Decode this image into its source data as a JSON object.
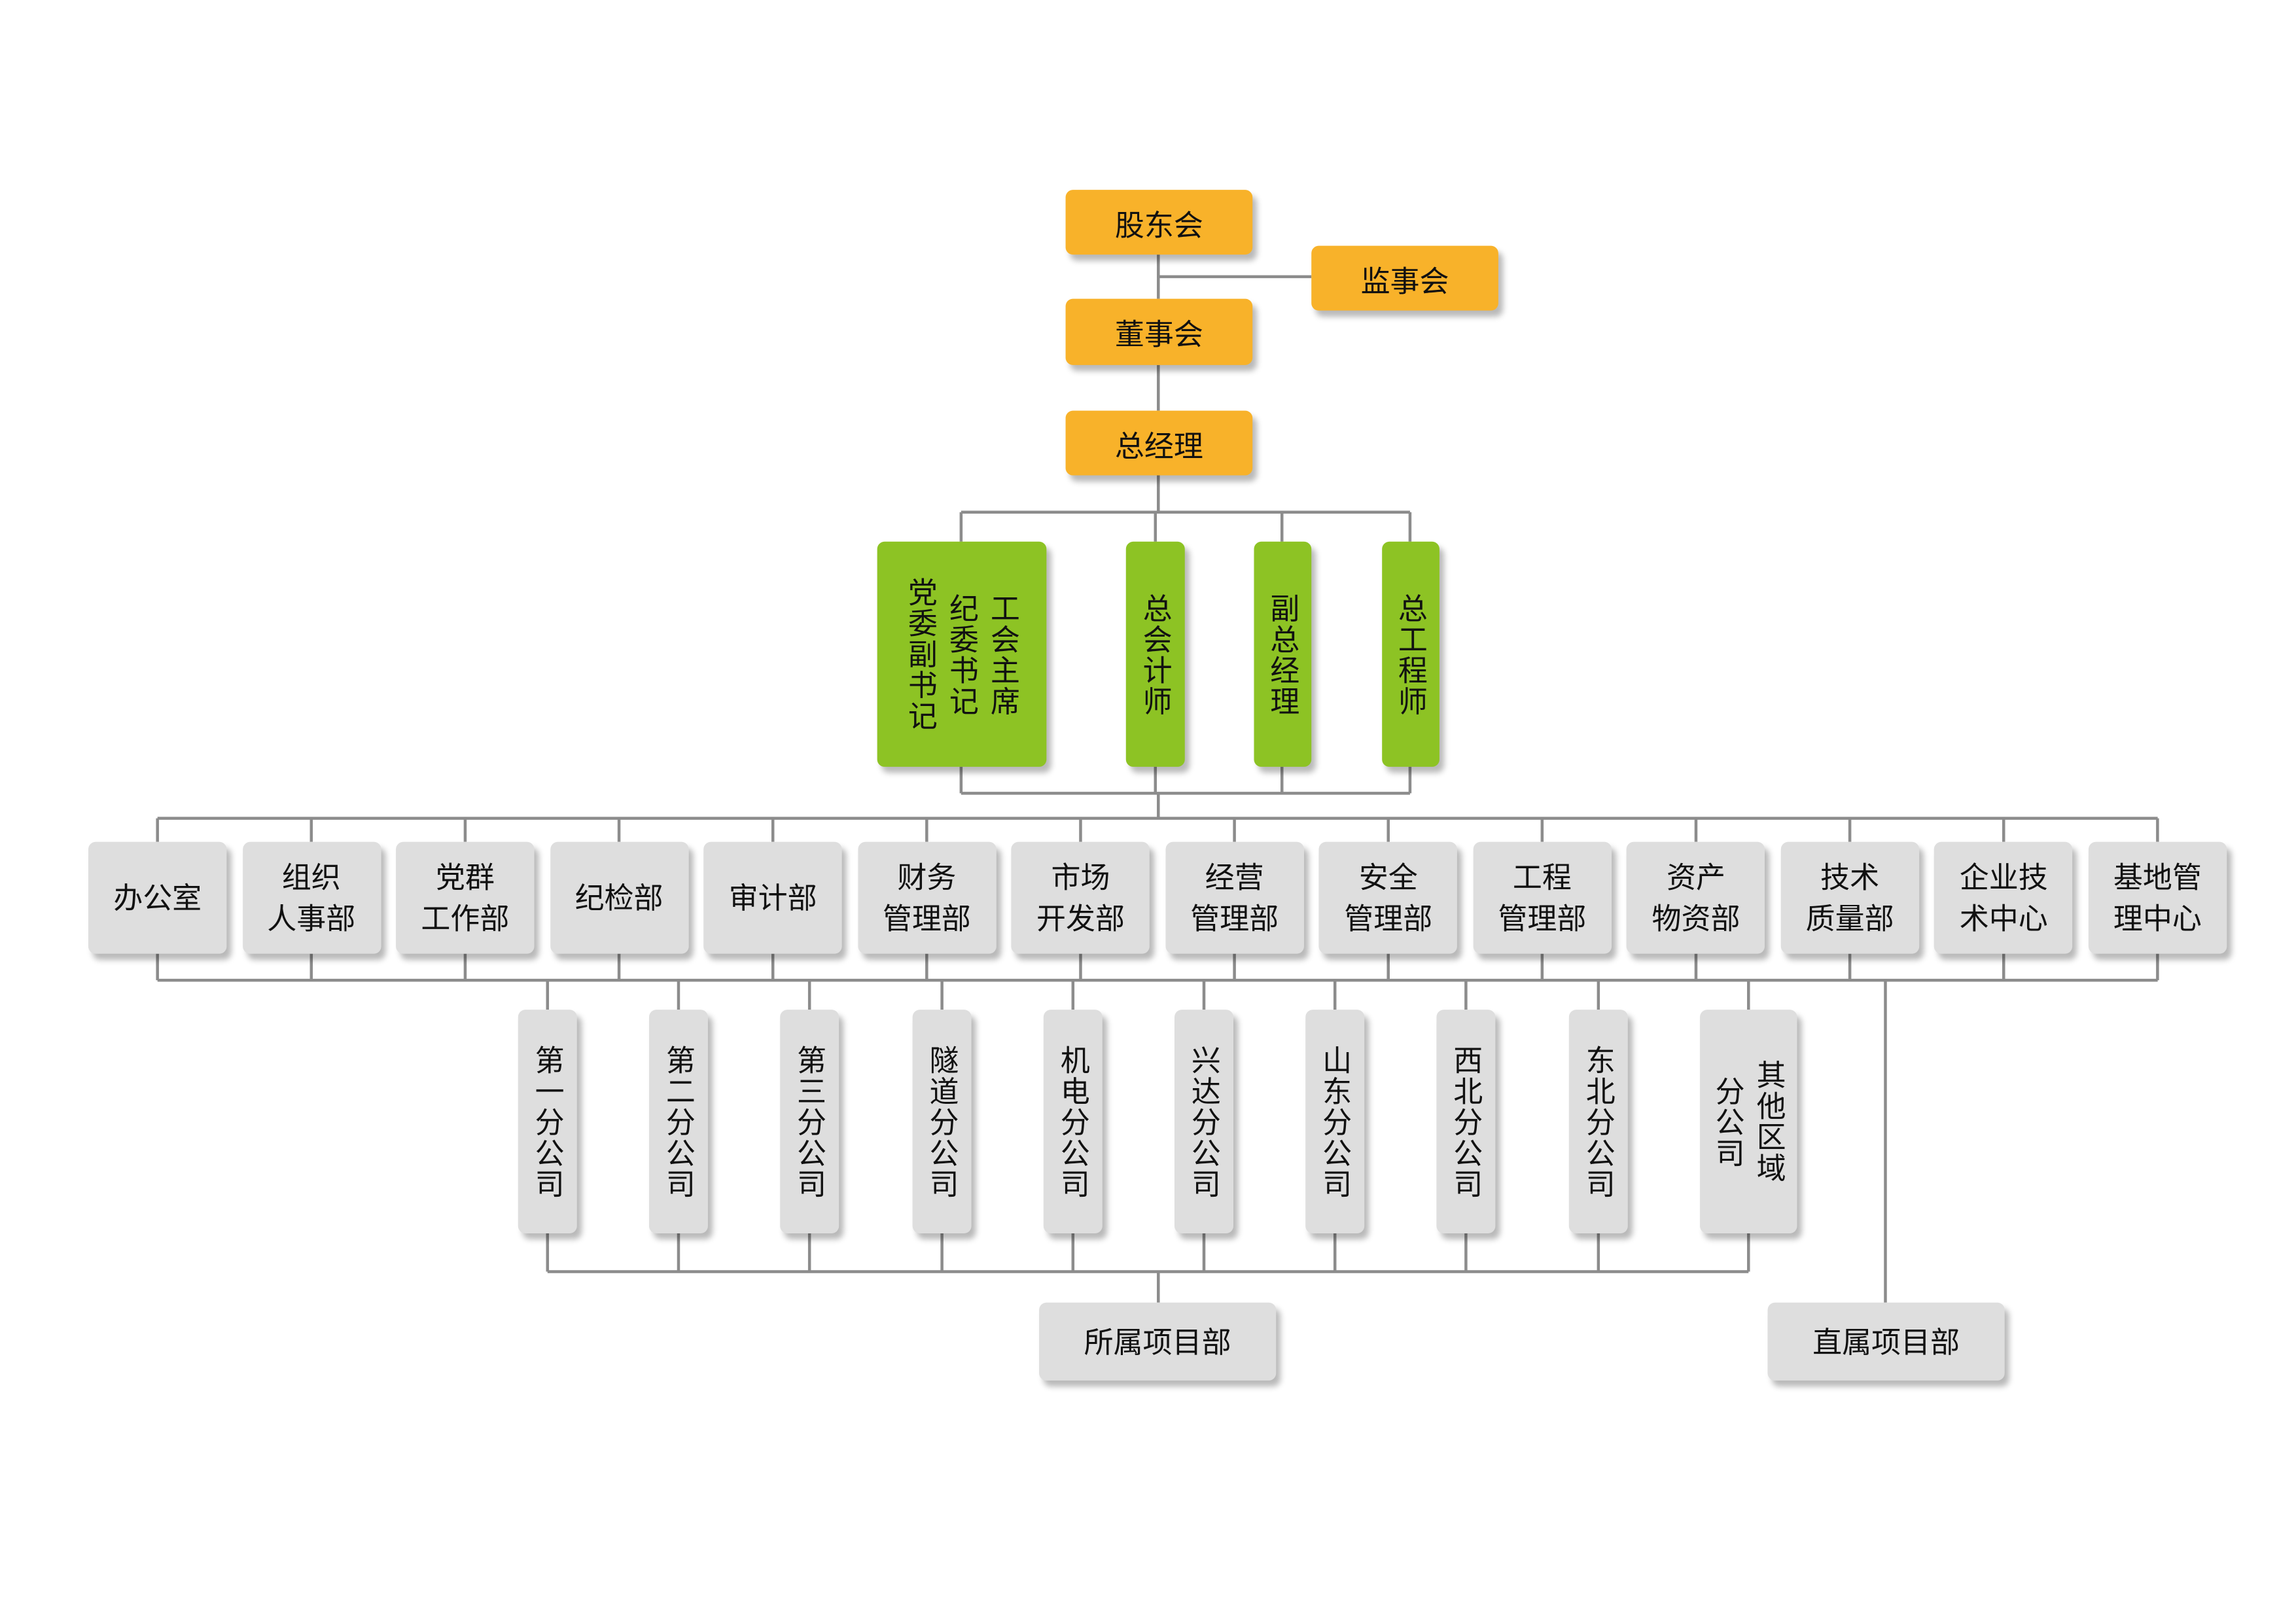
{
  "top": {
    "shareholders": "股东会",
    "supervisors": "监事会",
    "board": "董事会",
    "gm": "总经理"
  },
  "executives": [
    {
      "lines": [
        "工会主席",
        "纪委书记",
        "党委副书记"
      ]
    },
    {
      "lines": [
        "总会计师"
      ]
    },
    {
      "lines": [
        "副总经理"
      ]
    },
    {
      "lines": [
        "总工程师"
      ]
    }
  ],
  "departments": [
    [
      "办公室"
    ],
    [
      "组织",
      "人事部"
    ],
    [
      "党群",
      "工作部"
    ],
    [
      "纪检部"
    ],
    [
      "审计部"
    ],
    [
      "财务",
      "管理部"
    ],
    [
      "市场",
      "开发部"
    ],
    [
      "经营",
      "管理部"
    ],
    [
      "安全",
      "管理部"
    ],
    [
      "工程",
      "管理部"
    ],
    [
      "资产",
      "物资部"
    ],
    [
      "技术",
      "质量部"
    ],
    [
      "企业技",
      "术中心"
    ],
    [
      "基地管",
      "理中心"
    ]
  ],
  "branches": [
    [
      "第一分公司"
    ],
    [
      "第二分公司"
    ],
    [
      "第三分公司"
    ],
    [
      "隧道分公司"
    ],
    [
      "机电分公司"
    ],
    [
      "兴达分公司"
    ],
    [
      "山东分公司"
    ],
    [
      "西北分公司"
    ],
    [
      "东北分公司"
    ],
    [
      "其他区域",
      "分公司"
    ]
  ],
  "projects": {
    "affiliated": "所属项目部",
    "direct": "直属项目部"
  },
  "colors": {
    "orange": "#f8b22a",
    "green": "#8dc324",
    "gray": "#dedede",
    "line": "#8c8c8c"
  }
}
